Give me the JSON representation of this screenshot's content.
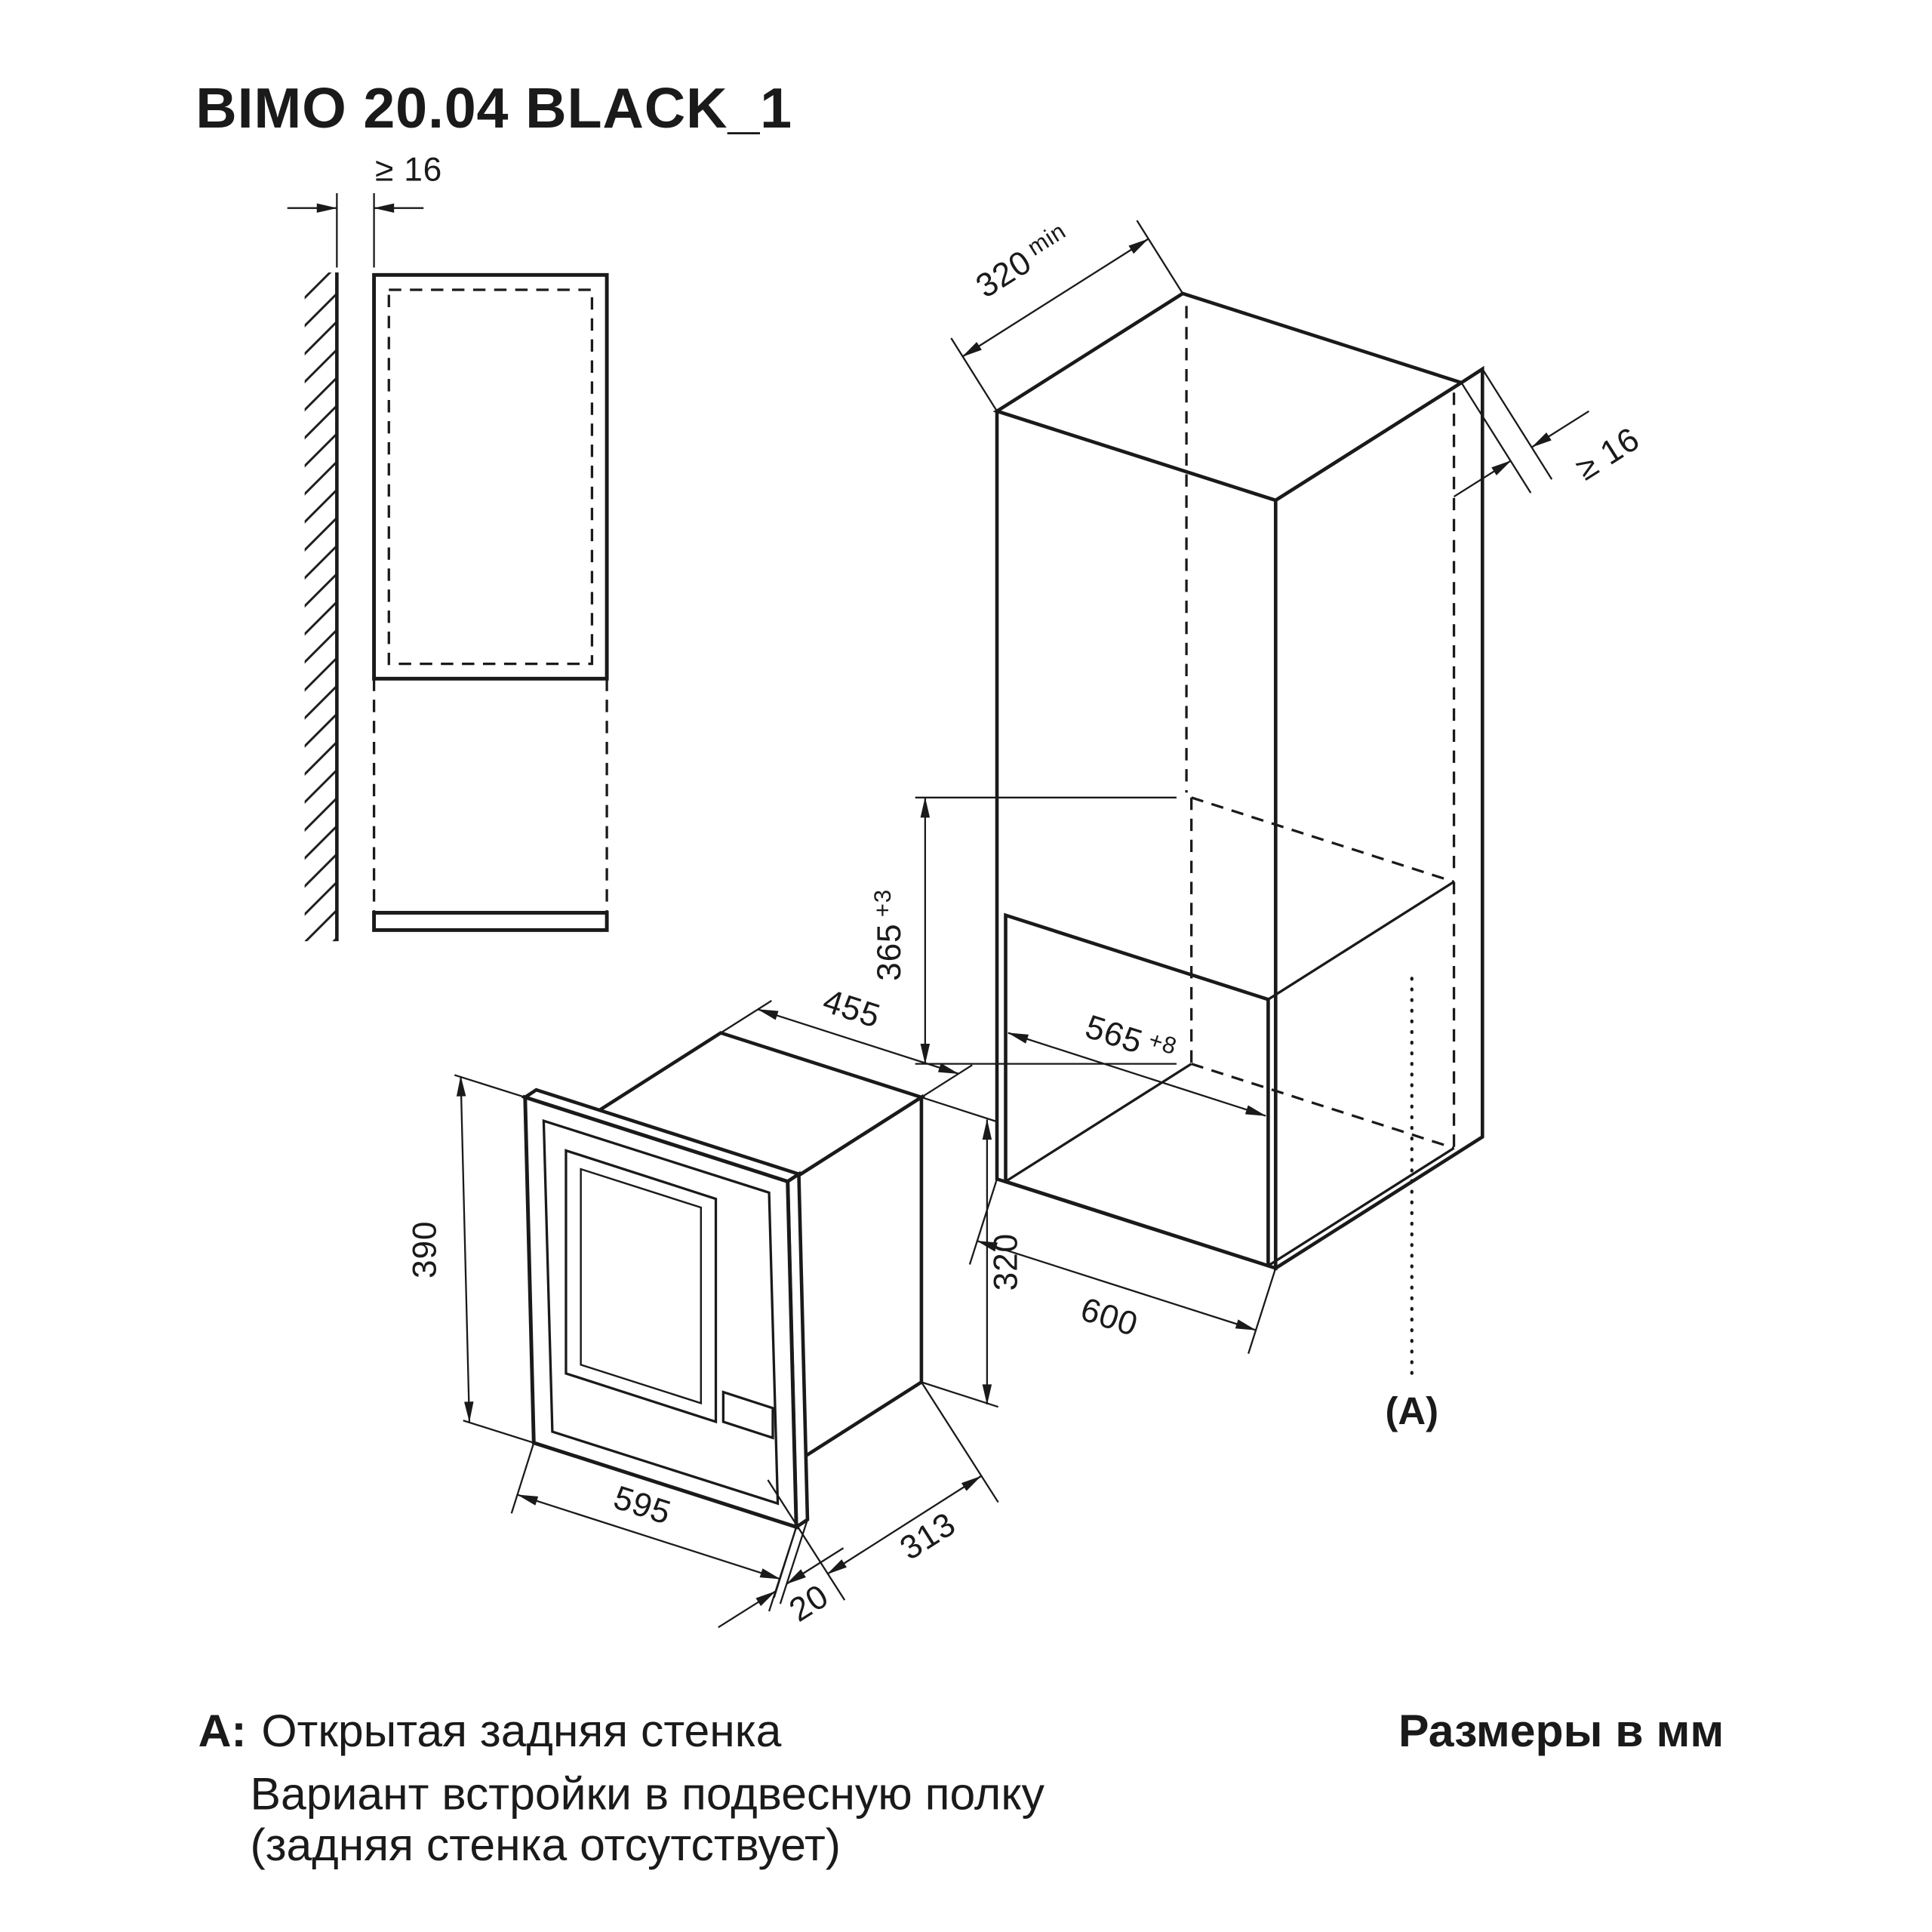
{
  "title": "BIMO 20.04 BLACK_1",
  "colors": {
    "ink": "#1a1a1a",
    "background": "#ffffff"
  },
  "side_view": {
    "wall_gap": "≥ 16"
  },
  "cabinet_view": {
    "depth": "320",
    "depth_suffix": "min",
    "side_gap": "≥ 16",
    "niche_height": "365",
    "niche_height_tol": "+3",
    "niche_width": "565",
    "niche_width_tol": "+8",
    "width": "600",
    "callout": "(A)"
  },
  "oven_view": {
    "body_width": "455",
    "front_height": "390",
    "body_height": "320",
    "front_width": "595",
    "frame_depth": "20",
    "body_depth": "313"
  },
  "footnote": {
    "marker": "A:",
    "text": "Открытая задняя стенка",
    "line2": "Вариант встройки в подвесную полку",
    "line3": "(задняя стенка отсутствует)"
  },
  "units_note": "Размеры в мм"
}
